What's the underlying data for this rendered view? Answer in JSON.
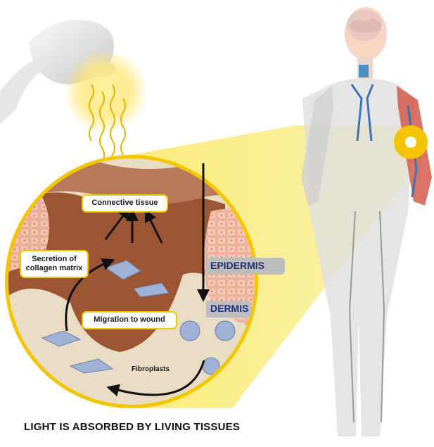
{
  "labels": {
    "connective_tissue": "Connective tissue",
    "secretion_line1": "Secretion of",
    "secretion_line2": "collagen matrix",
    "migration": "Migration to wound",
    "fibroplasts": "Fibroplasts",
    "epidermis": "EPIDERMIS",
    "dermis": "DERMIS"
  },
  "caption": "LIGHT IS ABSORBED BY LIVING TISSUES",
  "colors": {
    "light_beam": "#f6e23a",
    "circle_border": "#f3c600",
    "dermis_base": "#e9dcc5",
    "epidermis_cells": "#f2b8a2",
    "wound_tissue": "#9b5532",
    "fibroblast": "#9fb2d6",
    "layer_tag_bg": "#bdbdbd",
    "layer_tag_text": "#1f2f7a"
  },
  "icons": [
    "laser-device-icon",
    "light-wave-icon",
    "human-body-icon",
    "fibroblast-cell-icon",
    "arrow-icon"
  ]
}
